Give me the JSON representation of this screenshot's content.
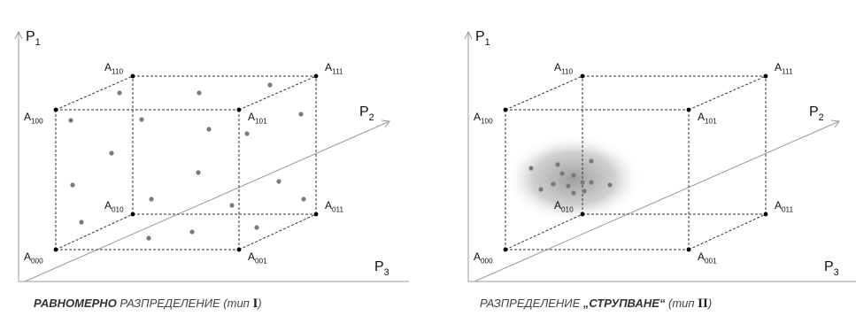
{
  "panels": [
    {
      "id": "uniform",
      "axis_labels": {
        "p1": {
          "main": "P",
          "sub": "1"
        },
        "p2": {
          "main": "P",
          "sub": "2"
        },
        "p3": {
          "main": "P",
          "sub": "3"
        }
      },
      "vertex_labels": {
        "A000": {
          "main": "A",
          "sub": "000"
        },
        "A001": {
          "main": "A",
          "sub": "001"
        },
        "A010": {
          "main": "A",
          "sub": "010"
        },
        "A011": {
          "main": "A",
          "sub": "011"
        },
        "A100": {
          "main": "A",
          "sub": "100"
        },
        "A101": {
          "main": "A",
          "sub": "101"
        },
        "A110": {
          "main": "A",
          "sub": "110"
        },
        "A111": {
          "main": "A",
          "sub": "111"
        }
      },
      "caption": {
        "bold": "РАВНОМЕРНО",
        "rest": " РАЗПРЕДЕЛЕНИЕ (тип ",
        "roman": "I",
        "close": ")"
      },
      "cluster": false
    },
    {
      "id": "clustered",
      "axis_labels": {
        "p1": {
          "main": "P",
          "sub": "1"
        },
        "p2": {
          "main": "P",
          "sub": "2"
        },
        "p3": {
          "main": "P",
          "sub": "3"
        }
      },
      "vertex_labels": {
        "A000": {
          "main": "A",
          "sub": "000"
        },
        "A001": {
          "main": "A",
          "sub": "001"
        },
        "A010": {
          "main": "A",
          "sub": "010"
        },
        "A011": {
          "main": "A",
          "sub": "011"
        },
        "A100": {
          "main": "A",
          "sub": "100"
        },
        "A101": {
          "main": "A",
          "sub": "101"
        },
        "A110": {
          "main": "A",
          "sub": "110"
        },
        "A111": {
          "main": "A",
          "sub": "111"
        }
      },
      "caption": {
        "pre": "РАЗПРЕДЕЛЕНИЕ ",
        "bold": "„СТРУПВАНЕ“",
        "rest": " (тип ",
        "roman": "II",
        "close": ")"
      },
      "cluster": true
    }
  ]
}
